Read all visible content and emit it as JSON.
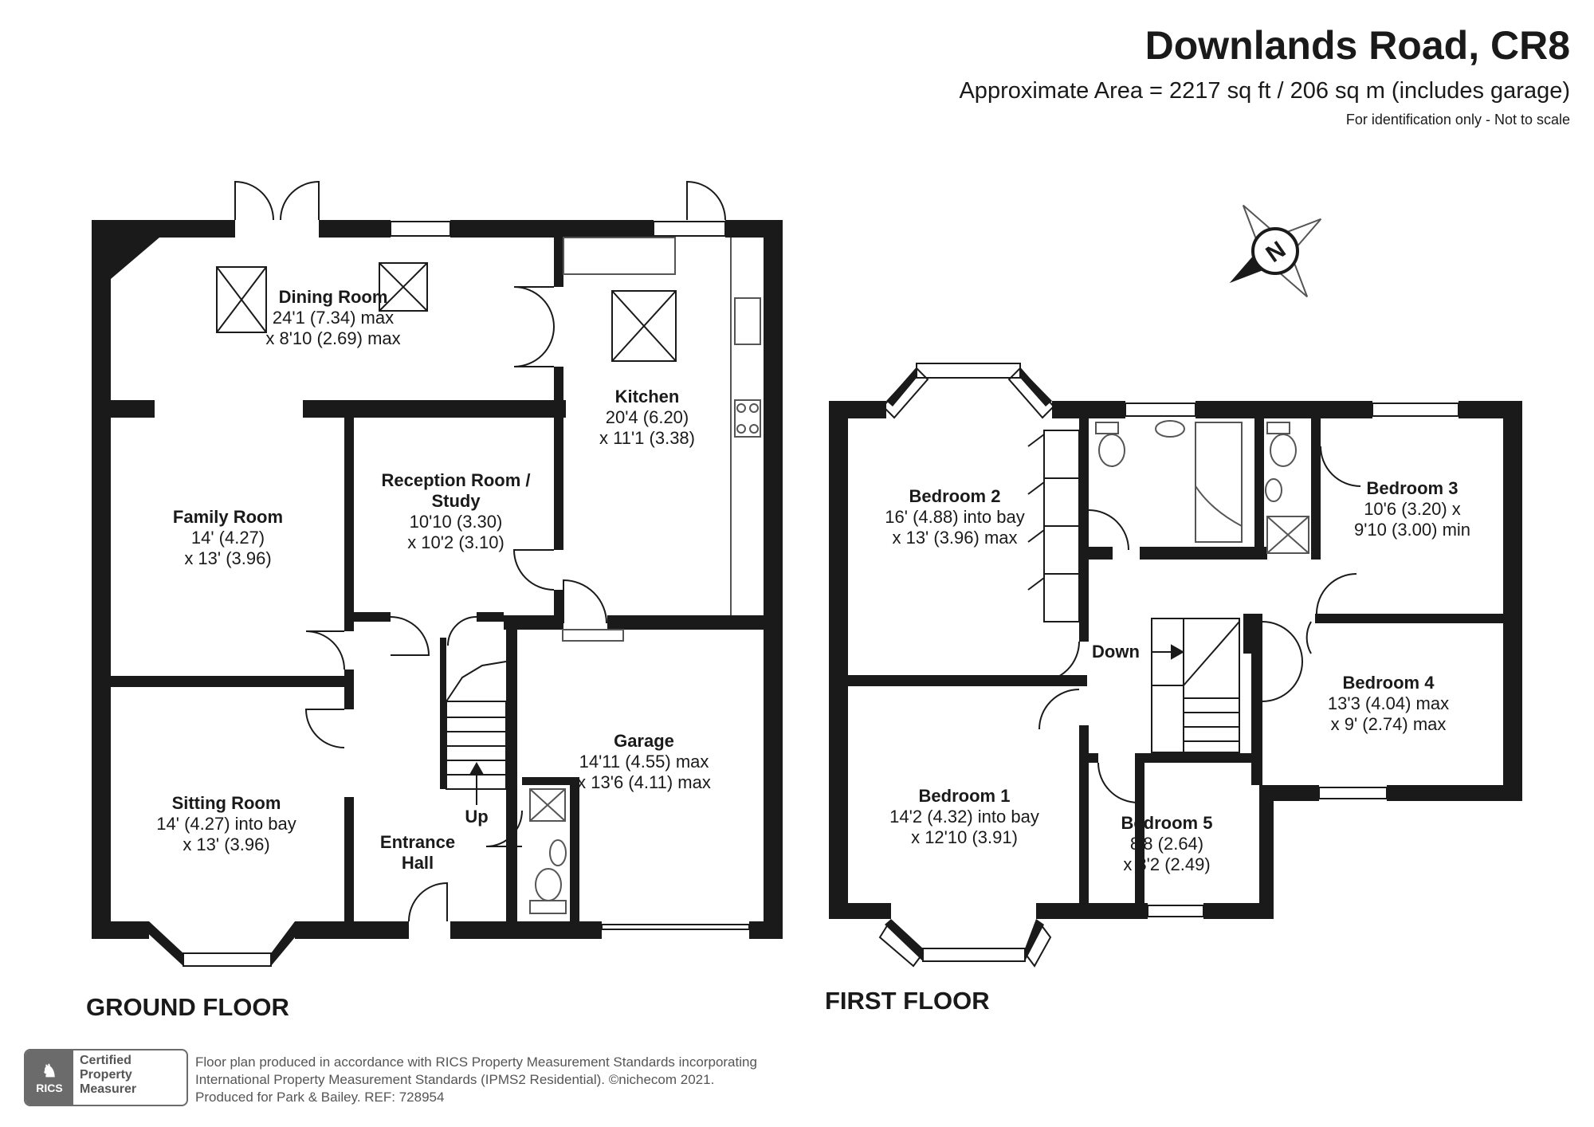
{
  "header": {
    "title": "Downlands Road, CR8",
    "area": "Approximate Area = 2217 sq ft / 206 sq m (includes garage)",
    "note": "For identification only - Not to scale"
  },
  "compass": {
    "letter": "N"
  },
  "ground_floor": {
    "label": "GROUND FLOOR",
    "rooms": {
      "dining": {
        "name": "Dining Room",
        "dim1": "24'1 (7.34) max",
        "dim2": "x 8'10 (2.69) max"
      },
      "kitchen": {
        "name": "Kitchen",
        "dim1": "20'4 (6.20)",
        "dim2": "x 11'1 (3.38)"
      },
      "family": {
        "name": "Family Room",
        "dim1": "14' (4.27)",
        "dim2": "x 13' (3.96)"
      },
      "reception": {
        "name1": "Reception Room /",
        "name2": "Study",
        "dim1": "10'10 (3.30)",
        "dim2": "x 10'2 (3.10)"
      },
      "garage": {
        "name": "Garage",
        "dim1": "14'11 (4.55) max",
        "dim2": "x 13'6 (4.11) max"
      },
      "sitting": {
        "name": "Sitting Room",
        "dim1": "14' (4.27) into bay",
        "dim2": "x 13' (3.96)"
      },
      "hall": {
        "name1": "Entrance",
        "name2": "Hall"
      }
    },
    "stairs_label": "Up"
  },
  "first_floor": {
    "label": "FIRST FLOOR",
    "rooms": {
      "bed2": {
        "name": "Bedroom 2",
        "dim1": "16' (4.88) into bay",
        "dim2": "x 13' (3.96) max"
      },
      "bed3": {
        "name": "Bedroom 3",
        "dim1": "10'6 (3.20) x",
        "dim2": "9'10 (3.00) min"
      },
      "bed4": {
        "name": "Bedroom 4",
        "dim1": "13'3 (4.04) max",
        "dim2": "x 9' (2.74) max"
      },
      "bed1": {
        "name": "Bedroom 1",
        "dim1": "14'2 (4.32) into bay",
        "dim2": "x 12'10 (3.91)"
      },
      "bed5": {
        "name": "Bedroom 5",
        "dim1": "8'8 (2.64)",
        "dim2": "x 8'2 (2.49)"
      }
    },
    "stairs_label": "Down"
  },
  "footer": {
    "badge_logo": "RICS",
    "badge_line1": "Certified",
    "badge_line2": "Property",
    "badge_line3": "Measurer",
    "line1": "Floor plan produced in accordance with RICS Property Measurement Standards incorporating",
    "line2": "International Property Measurement Standards (IPMS2 Residential).  ©nichecom 2021.",
    "line3": "Produced for Park & Bailey.  REF:  728954"
  }
}
